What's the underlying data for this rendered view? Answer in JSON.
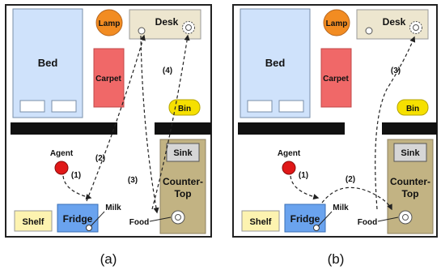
{
  "panels": [
    {
      "caption": "(a)",
      "labels": {
        "lamp": "Lamp",
        "desk": "Desk",
        "bed": "Bed",
        "carpet": "Carpet",
        "bin": "Bin",
        "agent": "Agent",
        "sink": "Sink",
        "counter_top_1": "Counter-",
        "counter_top_2": "Top",
        "shelf": "Shelf",
        "fridge": "Fridge",
        "milk": "Milk",
        "food": "Food"
      },
      "steps": [
        "(1)",
        "(2)",
        "(3)",
        "(4)"
      ]
    },
    {
      "caption": "(b)",
      "labels": {
        "lamp": "Lamp",
        "desk": "Desk",
        "bed": "Bed",
        "carpet": "Carpet",
        "bin": "Bin",
        "agent": "Agent",
        "sink": "Sink",
        "counter_top_1": "Counter-",
        "counter_top_2": "Top",
        "shelf": "Shelf",
        "fridge": "Fridge",
        "milk": "Milk",
        "food": "Food"
      },
      "steps": [
        "(1)",
        "(2)",
        "(3)"
      ]
    }
  ],
  "colors": {
    "bed": "#cfe2fb",
    "carpet": "#f06868",
    "lamp": "#f28c22",
    "desk": "#ede6cf",
    "bin": "#f6e000",
    "wall": "#111111",
    "agent": "#e01818",
    "sink": "#d6d6d6",
    "counter": "#c2b383",
    "shelf": "#fdf3b0",
    "fridge": "#6aa3ee"
  }
}
